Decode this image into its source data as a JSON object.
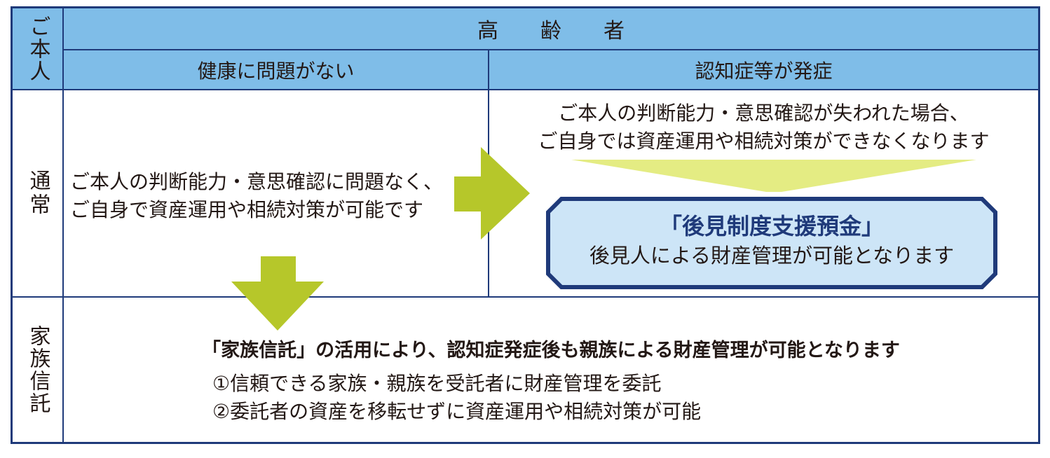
{
  "header": {
    "person_label": "ご本人",
    "elderly": "高　　齢　　者",
    "healthy": "健康に問題がない",
    "dementia": "認知症等が発症"
  },
  "rows": {
    "normal_label": "通常",
    "trust_label": "家族信託"
  },
  "normal_healthy": {
    "line1": "ご本人の判断能力・意思確認に問題なく、",
    "line2": "ご自身で資産運用や相続対策が可能です"
  },
  "normal_dementia": {
    "line1": "ご本人の判断能力・意思確認が失われた場合、",
    "line2": "ご自身では資産運用や相続対策ができなくなります"
  },
  "guardian_box": {
    "title": "「後見制度支援預金」",
    "subtitle": "後見人による財産管理が可能となります"
  },
  "trust": {
    "headline": "「家族信託」の活用により、認知症発症後も親族による財産管理が可能となります",
    "point1": "①信頼できる家族・親族を受託者に財産管理を委託",
    "point2": "②委託者の資産を移転せずに資産運用や相続対策が可能"
  },
  "colors": {
    "header_blue": "#7fbde8",
    "border_navy": "#1f3a7a",
    "arrow_green": "#b6c72a",
    "box_fill": "#cde5f7"
  }
}
